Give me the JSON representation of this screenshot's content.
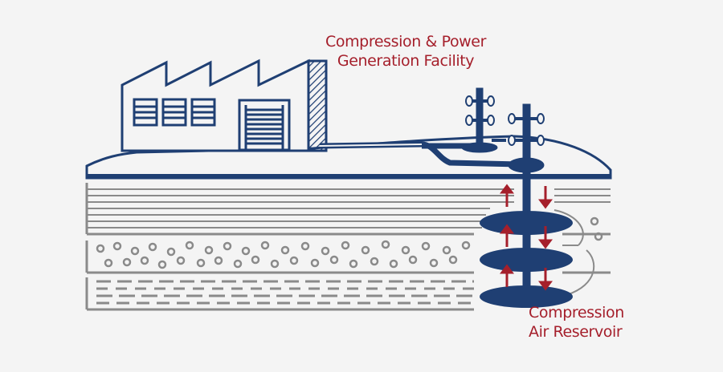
{
  "labels": {
    "facility": [
      "Compression & Power",
      "Generation Facility"
    ],
    "reservoir": [
      "Compression",
      "Air Reservoir"
    ]
  },
  "colors": {
    "background": "#f4f4f4",
    "navy": "#1f3f73",
    "gray": "#8a8a8a",
    "red": "#a51f2b"
  }
}
